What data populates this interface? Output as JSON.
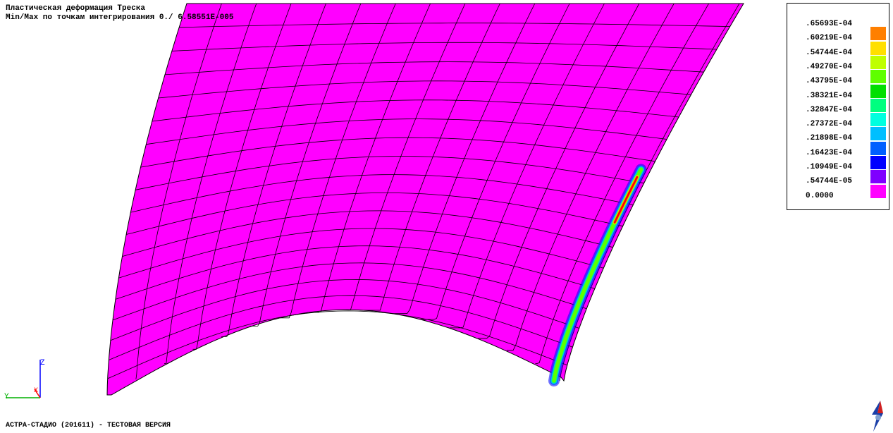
{
  "header": {
    "title": "Пластическая деформация Треска",
    "minmax": "Min/Max по точкам интегрирования 0./ 6.58551E-005"
  },
  "legend": {
    "levels": [
      {
        "label": ".65693E-04",
        "color": "#ff0000"
      },
      {
        "label": ".60219E-04",
        "color": "#ff7f00"
      },
      {
        "label": ".54744E-04",
        "color": "#ffdf00"
      },
      {
        "label": ".49270E-04",
        "color": "#bfff00"
      },
      {
        "label": ".43795E-04",
        "color": "#5fff00"
      },
      {
        "label": ".38321E-04",
        "color": "#00df00"
      },
      {
        "label": ".32847E-04",
        "color": "#00ff7f"
      },
      {
        "label": ".27372E-04",
        "color": "#00ffdf"
      },
      {
        "label": ".21898E-04",
        "color": "#00bfff"
      },
      {
        "label": ".16423E-04",
        "color": "#005fff"
      },
      {
        "label": ".10949E-04",
        "color": "#0000ff"
      },
      {
        "label": ".54744E-05",
        "color": "#7f00ff"
      },
      {
        "label": "0.0000",
        "color": "#ff00ff"
      }
    ]
  },
  "axes": {
    "z": "Z",
    "y": "Y",
    "x": "X"
  },
  "footer": "АСТРА-СТАДИО (201611) - ТЕСТОВАЯ ВЕРСИЯ",
  "colors": {
    "mesh_fill": "#ff00ff",
    "mesh_line": "#000000",
    "background": "#ffffff"
  }
}
